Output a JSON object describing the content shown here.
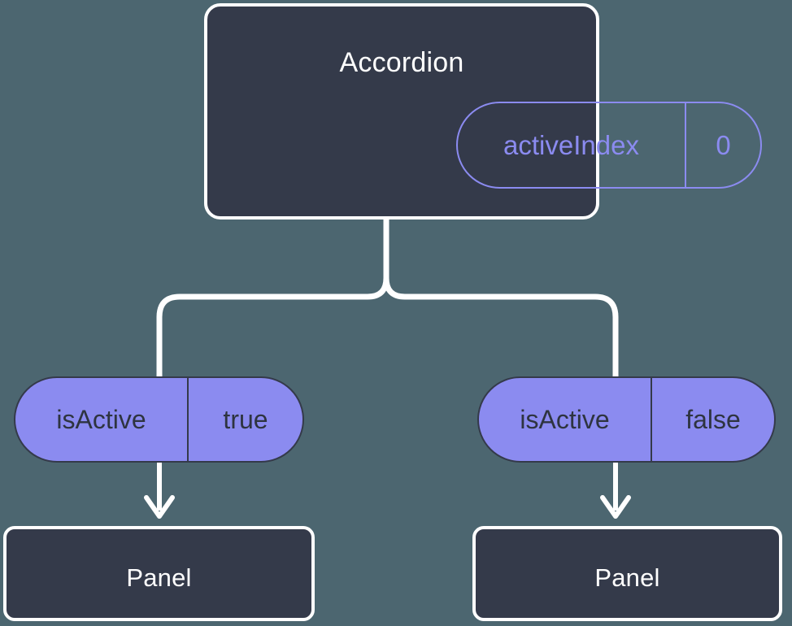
{
  "theme": {
    "background": "#4c6670",
    "card_fill": "#343a4a",
    "card_stroke": "#ffffff",
    "accent_purple": "#8b8bf0",
    "pill_text_dark": "#2e3440",
    "title_text": "#ffffff",
    "connector": "#ffffff"
  },
  "diagram": {
    "type": "component-tree",
    "root": {
      "title": "Accordion",
      "prop": {
        "key": "activeIndex",
        "value": "0"
      }
    },
    "branches": [
      {
        "prop": {
          "key": "isActive",
          "value": "true"
        },
        "child_title": "Panel"
      },
      {
        "prop": {
          "key": "isActive",
          "value": "false"
        },
        "child_title": "Panel"
      }
    ]
  }
}
